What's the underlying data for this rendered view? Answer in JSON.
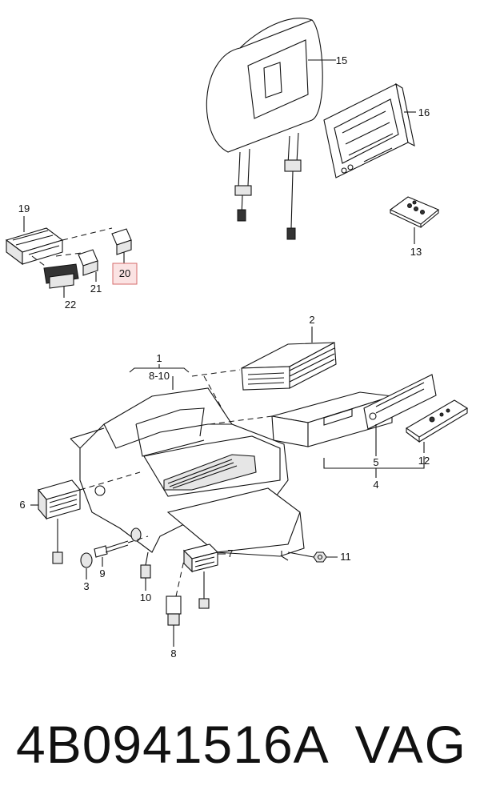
{
  "callouts": {
    "c1": "1",
    "c1_range": "8-10",
    "c2": "2",
    "c3": "3",
    "c4": "4",
    "c5": "5",
    "c6": "6",
    "c7": "7",
    "c8": "8",
    "c9": "9",
    "c10": "10",
    "c11": "11",
    "c12": "12",
    "c13": "13",
    "c15": "15",
    "c16": "16",
    "c19": "19",
    "c20": "20",
    "c21": "21",
    "c22": "22"
  },
  "highlighted_callout": "20",
  "footer": {
    "part_number": "4B0941516A",
    "brand": "VAG"
  }
}
